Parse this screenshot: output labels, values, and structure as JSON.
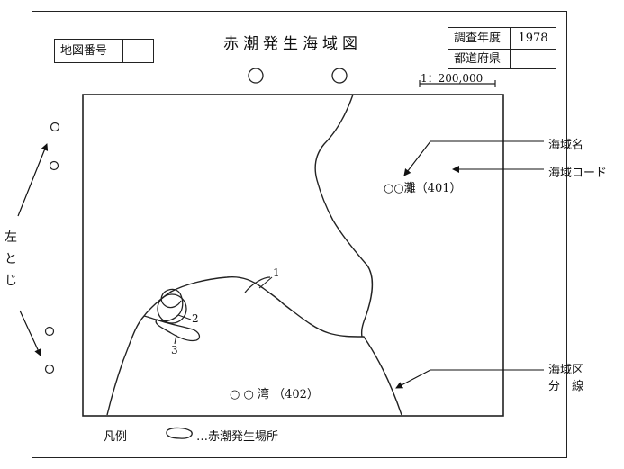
{
  "title": "赤潮発生海域図",
  "map_number": {
    "label": "地図番号",
    "value": ""
  },
  "survey_box": {
    "year_label": "調査年度",
    "year_value": "1978",
    "pref_label": "都道府県",
    "pref_value": ""
  },
  "scale": "1：200,000",
  "sea_areas": [
    {
      "name": "○○灘（401）"
    },
    {
      "name": "○ ○ 湾 （402）"
    }
  ],
  "callouts": {
    "sea_area_name": "海域名",
    "sea_area_code": "海域コード",
    "sea_division_line_1": "海域区",
    "sea_division_line_2": "分　線"
  },
  "binding_label": "左とじ",
  "site_numbers": [
    "1",
    "2",
    "3"
  ],
  "legend": {
    "label": "凡例",
    "item": "…赤潮発生場所"
  }
}
